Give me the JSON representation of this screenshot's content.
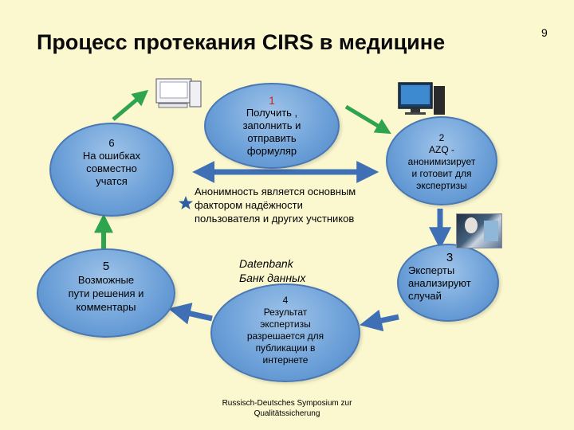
{
  "title": "Процесс протекания CIRS в медицине",
  "page_number": "9",
  "node1": {
    "num": "1",
    "lines": [
      "Получить ,",
      "заполнить  и",
      "отправить",
      "формуляр"
    ]
  },
  "node2": {
    "num": "2",
    "lines": [
      "AZQ  -",
      "анонимизирует",
      "и готовит для",
      "экспертизы"
    ]
  },
  "node3": {
    "num": "3",
    "lines": [
      "Эксперты",
      "анализируют",
      "случай"
    ]
  },
  "node4": {
    "num": "4",
    "lines": [
      "Результат",
      "экспертизы",
      "разрешается для",
      "публикации в",
      "интернете"
    ]
  },
  "node5": {
    "num": "5",
    "lines": [
      "Возможные",
      "пути решения и",
      "комментары"
    ]
  },
  "node6": {
    "num": "6",
    "lines": [
      "На ошибках",
      "совместно",
      "учатся"
    ]
  },
  "anonymity": {
    "lines": [
      "Анонимность является основным",
      "фактором  надёжности",
      "пользователя и других учстников"
    ]
  },
  "database": {
    "lines": [
      "Datenbank",
      "Банк данных"
    ]
  },
  "footer": {
    "lines": [
      "Russisch-Deutsches Symposium zur",
      "Qualitätssicherung"
    ]
  },
  "colors": {
    "background": "#fbf8cf",
    "ellipse": "#6fa2d9",
    "arrow": "#2ea44f",
    "double_arrow": "#3f6fb5",
    "number_red": "#d62020"
  },
  "icons": {
    "computer_left": "desktop-computer-icon",
    "computer_right": "monitor-icon",
    "photo": "expert-photo",
    "star": "star-icon"
  }
}
